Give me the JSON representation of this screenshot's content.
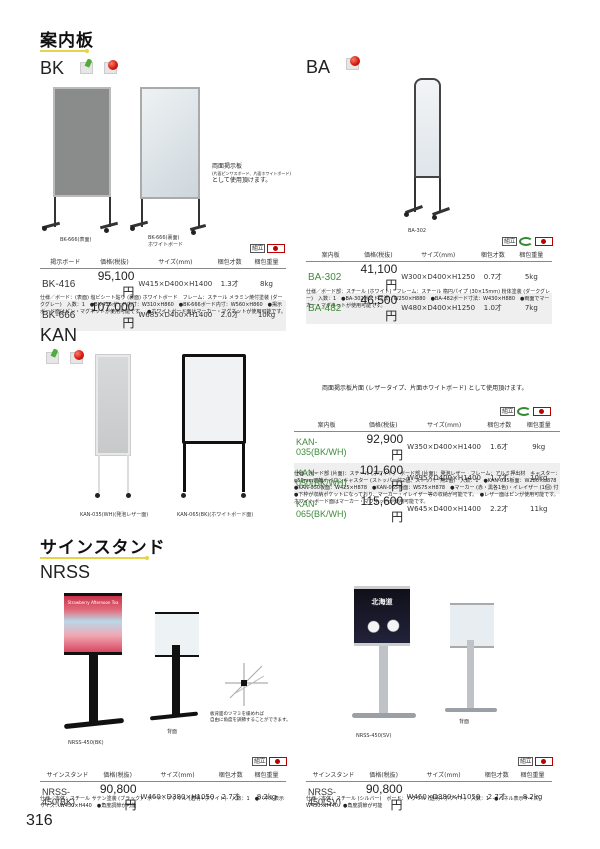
{
  "sections": {
    "annaiban": {
      "title": "案内板"
    },
    "sign_stand": {
      "title": "サインスタンド"
    }
  },
  "badges": {
    "pin": "ピンナップ使用可能",
    "magnet": "マグネット使用可能"
  },
  "bk": {
    "series": "BK",
    "captions": [
      "BK-666(表面)",
      "BK-666(裏面)",
      "ホワイトボード"
    ],
    "double_sided_note": [
      "両面掲示板",
      "(片面ピンサスボード、片面ホワイトボード)",
      "として使用頂けます。"
    ],
    "marks": {
      "kumitate": "組立",
      "jp": "日本製"
    },
    "table": {
      "headers": [
        "掲示ボード",
        "価格(税抜)",
        "サイズ(mm)",
        "梱包才数",
        "梱包重量"
      ],
      "rows": [
        {
          "model": "BK-416",
          "price": "95,100円",
          "size": "W415×D400×H1400",
          "sai": "1.3才",
          "weight": "8kg"
        },
        {
          "model": "BK-666",
          "price": "107,000円",
          "size": "W685×D400×H1400",
          "sai": "2.0才",
          "weight": "10kg"
        }
      ]
    },
    "notes": "仕様／ボード：(表面) 塩ビシート貼り (裏面) ホワイトボード　フレーム：スチール メラミン焼付塗装 (ダークグレー)　入数：1　●BK-416ボード内寸：W310×H860　●BK-666ボード内寸：W560×H860　●掲示ボード面はピン・マグネットが使用可能です。　●ホワイトボード面はマーカー・マグネットが使用可能です。"
  },
  "ba": {
    "series": "BA",
    "caption": "BA-302",
    "marks": {
      "kumitate": "組立",
      "green": "G",
      "jp": "日本製"
    },
    "table": {
      "headers": [
        "案内板",
        "価格(税抜)",
        "サイズ(mm)",
        "梱包才数",
        "梱包重量"
      ],
      "rows": [
        {
          "model": "BA-302",
          "price": "41,100円",
          "size": "W300×D400×H1250",
          "sai": "0.7才",
          "weight": "5kg"
        },
        {
          "model": "BA-482",
          "price": "46,500円",
          "size": "W480×D400×H1250",
          "sai": "1.0才",
          "weight": "7kg"
        }
      ]
    },
    "notes": "仕様／ボード部：スチール (ホワイト)　フレーム：スチール 楕円パイプ (30×15mm) 粉体塗装 (ダークグレー)　入数：1　●BA-302ボード寸法：W250×H880　●BA-482ボード寸法：W430×H880　●両面でマーカー・マグネットが使用可能です。"
  },
  "kan": {
    "series": "KAN",
    "captions": [
      "KAN-035(WH)(発泡レザー面)",
      "KAN-065(BK)(ホワイトボード面)"
    ],
    "double_sided_note": "両面掲示板片面 (レザータイプ、片面ホワイトボード) として使用頂けます。",
    "marks": {
      "kumitate": "組立",
      "green": "G",
      "jp": "日本製"
    },
    "table": {
      "headers": [
        "案内板",
        "価格(税抜)",
        "サイズ(mm)",
        "梱包才数",
        "梱包重量"
      ],
      "rows": [
        {
          "model": "KAN-035(BK/WH)",
          "price": "92,900円",
          "size": "W350×D400×H1400",
          "sai": "1.6才",
          "weight": "9kg"
        },
        {
          "model": "KAN-050(BK/WH)",
          "price": "101,600円",
          "size": "W495×D400×H1400",
          "sai": "1.7才",
          "weight": "10kg"
        },
        {
          "model": "KAN-065(BK/WH)",
          "price": "115,600円",
          "size": "W645×D400×H1400",
          "sai": "2.2才",
          "weight": "11kg"
        }
      ]
    },
    "notes": "仕様／ボード部 (片面)：スチール (ホワイト)　ボード部 (片面)：発泡レザー　フレーム：アルミ押出材　キャスター：φ50mm双輪ナイロンキャスター (ストッパー付2個、ストッパー無2個)　入数：1　●KAN-035板面：W280×H878　●KAN-050板面：W425×H878　●KAN-065板面：W575×H878　●マーカー (赤・黒各1色)・イレイザー (1個) 付　●下枠が収納ポケットになっており、マーカー・イレイザー等の収納が可能です。　●レザー面はピンが使用可能です。ホワイトボード面はマーカー・マグネットが使用可能です。"
  },
  "nrss": {
    "series": "NRSS",
    "captions": {
      "bk": "NRSS-450(BK)",
      "back": "背面",
      "sv": "NRSS-450(SV)",
      "back2": "背面"
    },
    "angle_note": [
      "板背面のツマミを緩めれば",
      "自由に角度を調節することができます。"
    ],
    "poster_bk": "Strawberry Afternoon Tea",
    "poster_sv": "北海道",
    "left": {
      "marks": {
        "kumitate": "組立",
        "jp": "日本製"
      },
      "table": {
        "headers": [
          "サインスタンド",
          "価格(税抜)",
          "サイズ(mm)",
          "梱包才数",
          "梱包重量"
        ],
        "rows": [
          {
            "model": "NRSS-450(BK)",
            "price": "90,800円",
            "size": "W460×D380×H1050",
            "sai": "2.7才",
            "weight": "8.2kg"
          }
        ]
      },
      "notes": "仕様／本体：スチール サテン塗装 (ブラック)　ボード：アクリル (透明+ホワイト)　入数：1　●パネル表示サイズ：W450×H440　●角度調節が可能"
    },
    "right": {
      "marks": {
        "kumitate": "組立",
        "jp": "日本製"
      },
      "table": {
        "headers": [
          "サインスタンド",
          "価格(税抜)",
          "サイズ(mm)",
          "梱包才数",
          "梱包重量"
        ],
        "rows": [
          {
            "model": "NRSS-450(SV)",
            "price": "90,800円",
            "size": "W460×D380×H1050",
            "sai": "2.7才",
            "weight": "8.2kg"
          }
        ]
      },
      "notes": "仕様／本体：スチール (シルバー)　ボード：アクリル (透明+ホワイト)　入数：1　●パネル表示サイズ：W450×H440　●角度調節が可能"
    }
  },
  "page_number": "316",
  "colors": {
    "accent_line": "#e6d34a",
    "model_green": "#3f8c3a",
    "jp_red": "#bb0000"
  }
}
